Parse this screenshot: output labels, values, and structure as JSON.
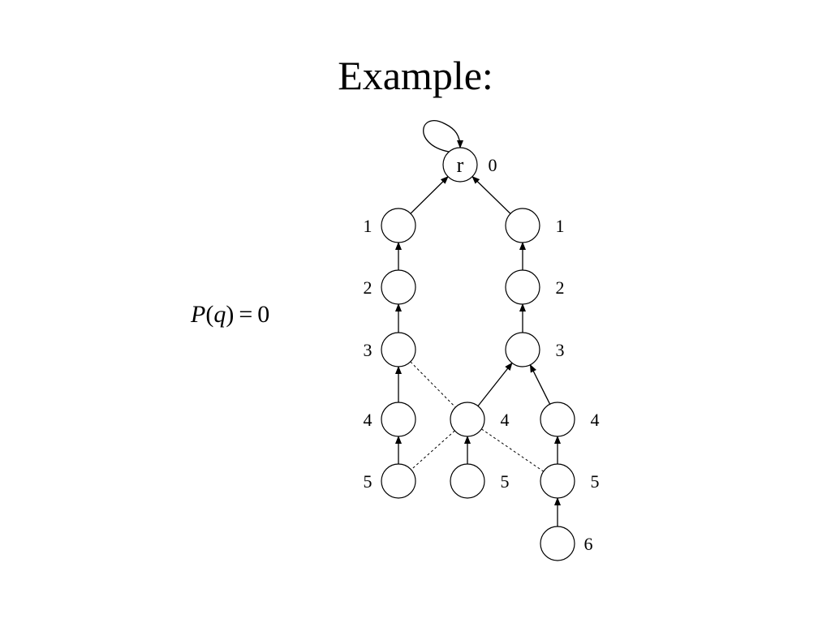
{
  "title": "Example:",
  "formula": {
    "func": "P",
    "arg": "q",
    "value": "0"
  },
  "root_label": "r",
  "nodes": [
    {
      "id": "r",
      "level": "0"
    },
    {
      "id": "L1",
      "level": "1"
    },
    {
      "id": "L2",
      "level": "2"
    },
    {
      "id": "L3",
      "level": "3"
    },
    {
      "id": "L4",
      "level": "4"
    },
    {
      "id": "L5",
      "level": "5"
    },
    {
      "id": "R1",
      "level": "1"
    },
    {
      "id": "R2",
      "level": "2"
    },
    {
      "id": "R3",
      "level": "3"
    },
    {
      "id": "M4",
      "level": "4"
    },
    {
      "id": "M5",
      "level": "5"
    },
    {
      "id": "S4",
      "level": "4"
    },
    {
      "id": "S5",
      "level": "5"
    },
    {
      "id": "S6",
      "level": "6"
    }
  ],
  "tree_edges": [
    {
      "from": "r",
      "to": "r"
    },
    {
      "from": "L1",
      "to": "r"
    },
    {
      "from": "R1",
      "to": "r"
    },
    {
      "from": "L2",
      "to": "L1"
    },
    {
      "from": "L3",
      "to": "L2"
    },
    {
      "from": "L4",
      "to": "L3"
    },
    {
      "from": "L5",
      "to": "L4"
    },
    {
      "from": "R2",
      "to": "R1"
    },
    {
      "from": "R3",
      "to": "R2"
    },
    {
      "from": "M4",
      "to": "R3"
    },
    {
      "from": "S4",
      "to": "R3"
    },
    {
      "from": "M5",
      "to": "M4"
    },
    {
      "from": "S5",
      "to": "S4"
    },
    {
      "from": "S6",
      "to": "S5"
    }
  ],
  "cross_edges": [
    {
      "from": "L3",
      "to": "M4"
    },
    {
      "from": "M4",
      "to": "L5"
    },
    {
      "from": "M4",
      "to": "S5"
    }
  ]
}
